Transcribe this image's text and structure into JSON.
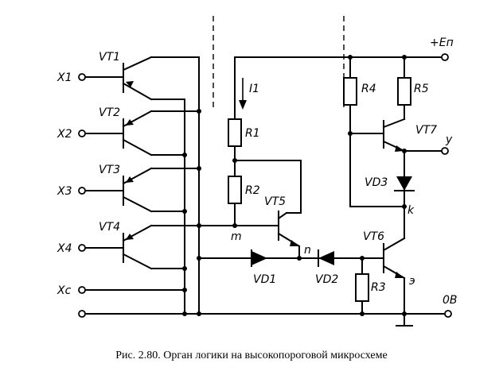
{
  "labels": {
    "vt1": "VT1",
    "vt2": "VT2",
    "vt3": "VT3",
    "vt4": "VT4",
    "vt5": "VT5",
    "vt6": "VT6",
    "vt7": "VT7",
    "x1": "X1",
    "x2": "X2",
    "x3": "X3",
    "x4": "X4",
    "xc": "Xc",
    "r1": "R1",
    "r2": "R2",
    "r3": "R3",
    "r4": "R4",
    "r5": "R5",
    "i1": "I1",
    "vd1": "VD1",
    "vd2": "VD2",
    "vd3": "VD3",
    "node_m": "m",
    "node_n": "n",
    "node_k": "k",
    "node_e": "э",
    "supply": "+Eп",
    "output_y": "y",
    "ground": "0B"
  },
  "caption": "Рис. 2.80. Орган логики на высокопороговой микросхеме"
}
